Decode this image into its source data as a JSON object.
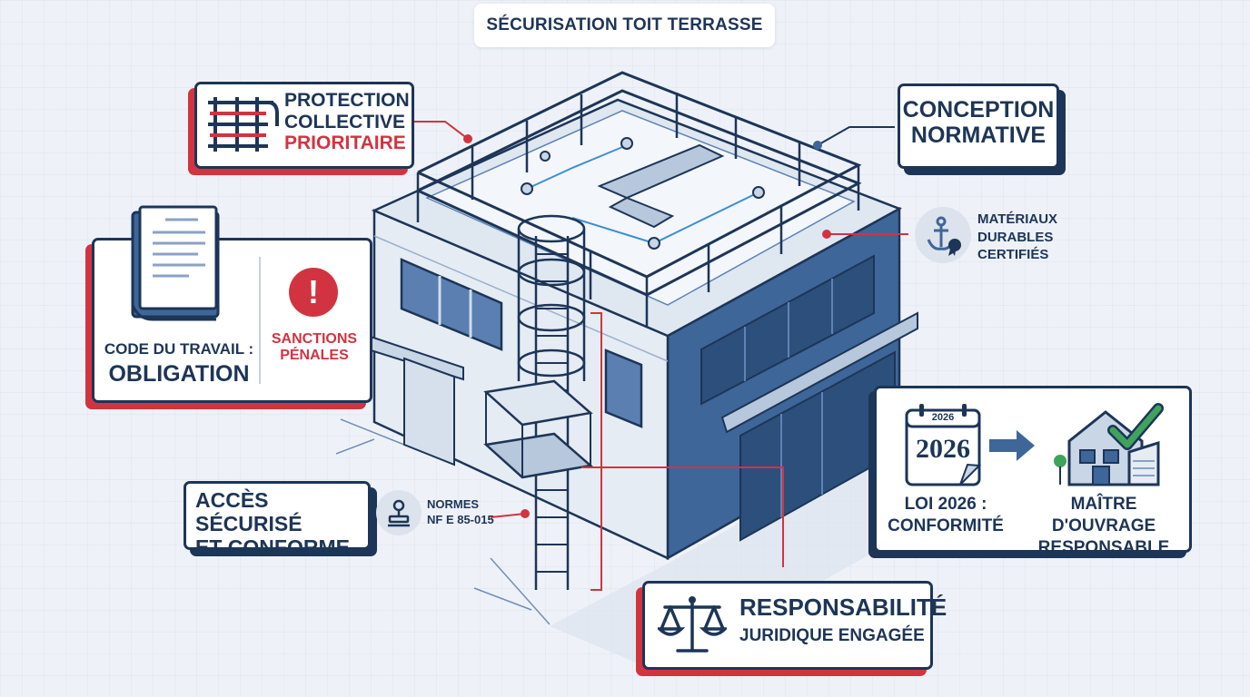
{
  "title": "SÉCURISATION TOIT TERRASSE",
  "callouts": {
    "protection": {
      "line1": "PROTECTION",
      "line2": "COLLECTIVE",
      "line3": "PRIORITAIRE",
      "icon": "guardrail-icon"
    },
    "conception": {
      "line1": "CONCEPTION",
      "line2": "NORMATIVE"
    },
    "code_travail": {
      "line1": "CODE DU TRAVAIL :",
      "line2": "OBLIGATION",
      "icon": "document-icon"
    },
    "sanctions": {
      "line1": "SANCTIONS",
      "line2": "PÉNALES",
      "icon": "warning-icon"
    },
    "materiaux": {
      "line1": "MATÉRIAUX",
      "line2": "DURABLES",
      "line3": "CERTIFIÉS",
      "icon": "anchor-certified-icon"
    },
    "acces": {
      "line1": "ACCÈS SÉCURISÉ",
      "line2": "ET CONFORME"
    },
    "normes": {
      "line1": "NORMES",
      "line2": "NF E 85-015",
      "icon": "stamp-icon"
    },
    "loi": {
      "year": "2026",
      "calendar_year": "2026",
      "line1": "LOI 2026 :",
      "line2": "CONFORMITÉ",
      "icon": "calendar-icon"
    },
    "maitre": {
      "line1": "MAÎTRE D'OUVRAGE",
      "line2": "RESPONSABLE",
      "icon": "house-check-icon"
    },
    "responsabilite": {
      "line1": "RESPONSABILITÉ",
      "line2": "JURIDIQUE ENGAGÉE",
      "icon": "scales-icon"
    }
  },
  "colors": {
    "navy": "#1d3557",
    "red": "#d13440",
    "building_blue": "#3e6699",
    "background": "#eef2f8",
    "check_green": "#3fa35c"
  }
}
